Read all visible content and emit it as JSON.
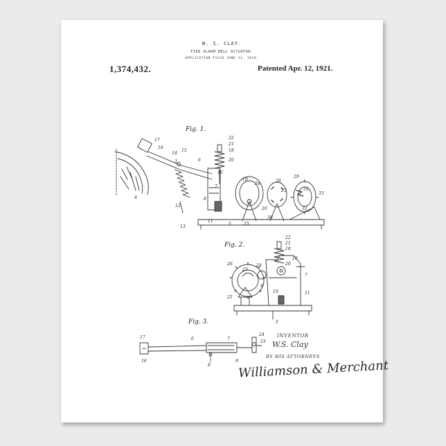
{
  "header": {
    "inventor_name": "W. S. CLAY.",
    "title": "FIRE ALARM BELL ACTUATOR.",
    "application": "APPLICATION FILED JUNE 21, 1919.",
    "patent_number": "1,374,432.",
    "patent_date": "Patented Apr. 12, 1921."
  },
  "figures": [
    {
      "label": "Fig. 1.",
      "refs": [
        "17",
        "16",
        "15",
        "14",
        "3",
        "6",
        "10",
        "22",
        "21",
        "18",
        "20",
        "19",
        "24",
        "28",
        "29",
        "26",
        "31",
        "32",
        "33",
        "4",
        "12",
        "13",
        "8",
        "7",
        "11",
        "5",
        "25",
        "30",
        "23"
      ]
    },
    {
      "label": "Fig. 2.",
      "refs": [
        "22",
        "21",
        "18",
        "26",
        "23",
        "24",
        "10",
        "20",
        "7",
        "9",
        "11",
        "19",
        "25",
        "5"
      ]
    },
    {
      "label": "Fig. 3.",
      "refs": [
        "17",
        "16",
        "6",
        "7",
        "8",
        "9",
        "24",
        "23"
      ]
    }
  ],
  "signature": {
    "inventor_label": "INVENTOR",
    "inventor_signature": "W.S. Clay",
    "attorneys_label": "BY HIS ATTORNEYS",
    "attorney_signature": "Williamson & Merchant"
  }
}
